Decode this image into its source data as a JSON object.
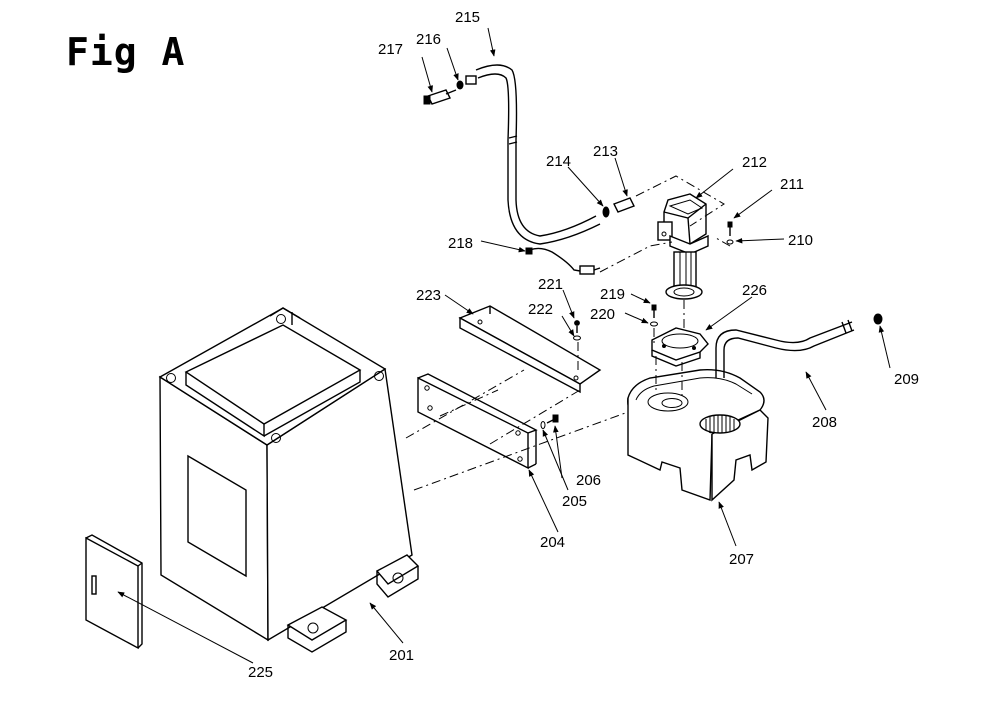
{
  "figure": {
    "title": "Fig A"
  },
  "callouts": {
    "c201": "201",
    "c204": "204",
    "c205": "205",
    "c206": "206",
    "c207": "207",
    "c208": "208",
    "c209": "209",
    "c210": "210",
    "c211": "211",
    "c212": "212",
    "c213": "213",
    "c214": "214",
    "c215": "215",
    "c216": "216",
    "c217": "217",
    "c218": "218",
    "c219": "219",
    "c220": "220",
    "c221": "221",
    "c222": "222",
    "c223": "223",
    "c225": "225",
    "c226": "226"
  }
}
